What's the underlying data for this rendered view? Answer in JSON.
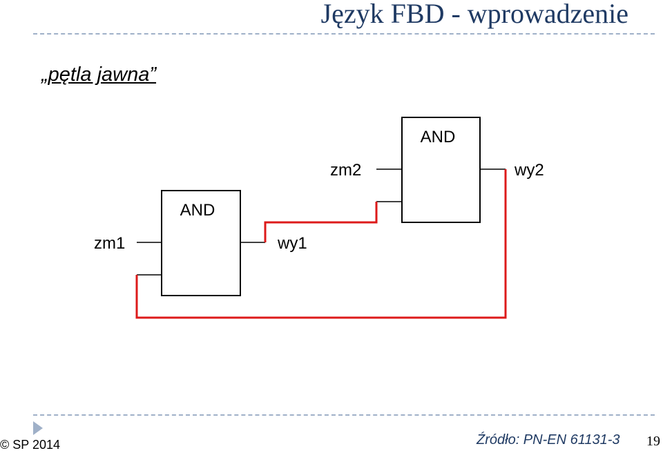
{
  "slide": {
    "title": "Język FBD - wprowadzenie",
    "subtitle": "„pętla jawna”"
  },
  "diagram": {
    "block1": {
      "label": "AND",
      "input": "zm1",
      "output": "wy1"
    },
    "block2": {
      "label": "AND",
      "input": "zm2",
      "output": "wy2"
    },
    "feedback_color": "#dd1a1a"
  },
  "footer": {
    "copyright": "© SP 2014",
    "source": "Źródło: PN-EN 61131-3",
    "page": "19"
  },
  "colors": {
    "title": "#1f3a63",
    "divider": "#9fb0c8"
  }
}
